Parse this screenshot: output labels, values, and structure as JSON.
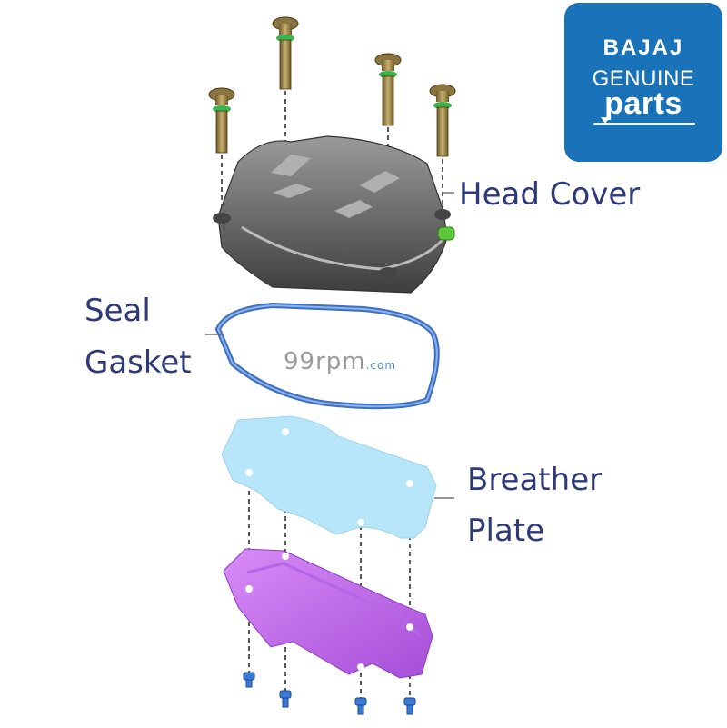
{
  "brand": {
    "line1": "BAJAJ",
    "line2": "GENUINE",
    "line3": "parts",
    "background": "#1a72b8"
  },
  "labels": {
    "head_cover": "Head Cover",
    "seal": "Seal",
    "gasket": "Gasket",
    "breather": "Breather",
    "plate": "Plate"
  },
  "watermark": {
    "main": "99rpm",
    "suffix": ".com"
  },
  "colors": {
    "label": "#2e3a78",
    "gasket": "#3b6fc4",
    "breather_plate": "#b7e6fa",
    "base_plate": "#c46ef0",
    "bolt_neck": "#39b54a",
    "cover": "#6e6e6e"
  }
}
